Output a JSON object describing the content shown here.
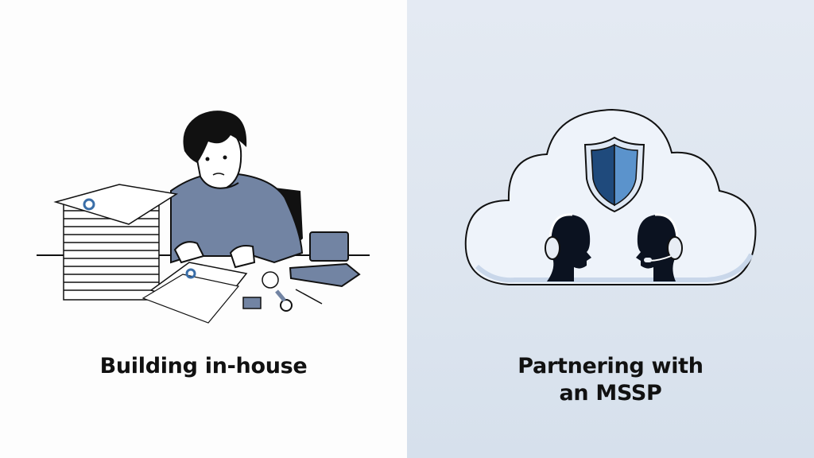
{
  "left_panel": {
    "caption": "Building in-house",
    "illustration": "stressed-person-at-desk-with-paper-stacks-icon",
    "background": "#fdfdfd"
  },
  "right_panel": {
    "caption_line1": "Partnering with",
    "caption_line2": "an MSSP",
    "illustration": "cloud-shield-headset-agents-icon",
    "background": "#e0e7f1",
    "colors": {
      "shield_dark": "#1f4a7c",
      "shield_light": "#5b93cc",
      "cloud_fill": "#eef3fa",
      "silhouette": "#0b1220"
    }
  }
}
